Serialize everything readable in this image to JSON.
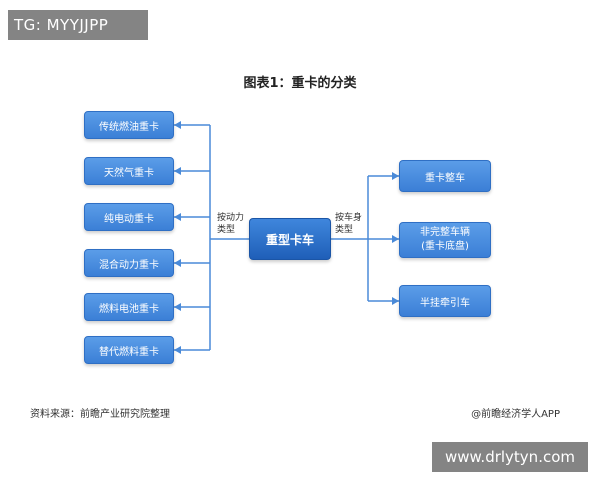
{
  "watermark_tag": "TG: MYYJJPP",
  "title": "图表1：重卡的分类",
  "center": "重型卡车",
  "left_branch_label": [
    "按动力",
    "类型"
  ],
  "right_branch_label": [
    "按车身",
    "类型"
  ],
  "left_items": [
    "传统燃油重卡",
    "天然气重卡",
    "纯电动重卡",
    "混合动力重卡",
    "燃料电池重卡",
    "替代燃料重卡"
  ],
  "right_items": [
    {
      "line1": "重卡整车",
      "line2": ""
    },
    {
      "line1": "非完整车辆",
      "line2": "(重卡底盘)"
    },
    {
      "line1": "半挂牵引车",
      "line2": ""
    }
  ],
  "source": "资料来源：前瞻产业研究院整理",
  "credit": "@前瞻经济学人APP",
  "site": "www.drlytyn.com",
  "colors": {
    "box": "#3b7fd6",
    "line": "#4a8ad8"
  }
}
